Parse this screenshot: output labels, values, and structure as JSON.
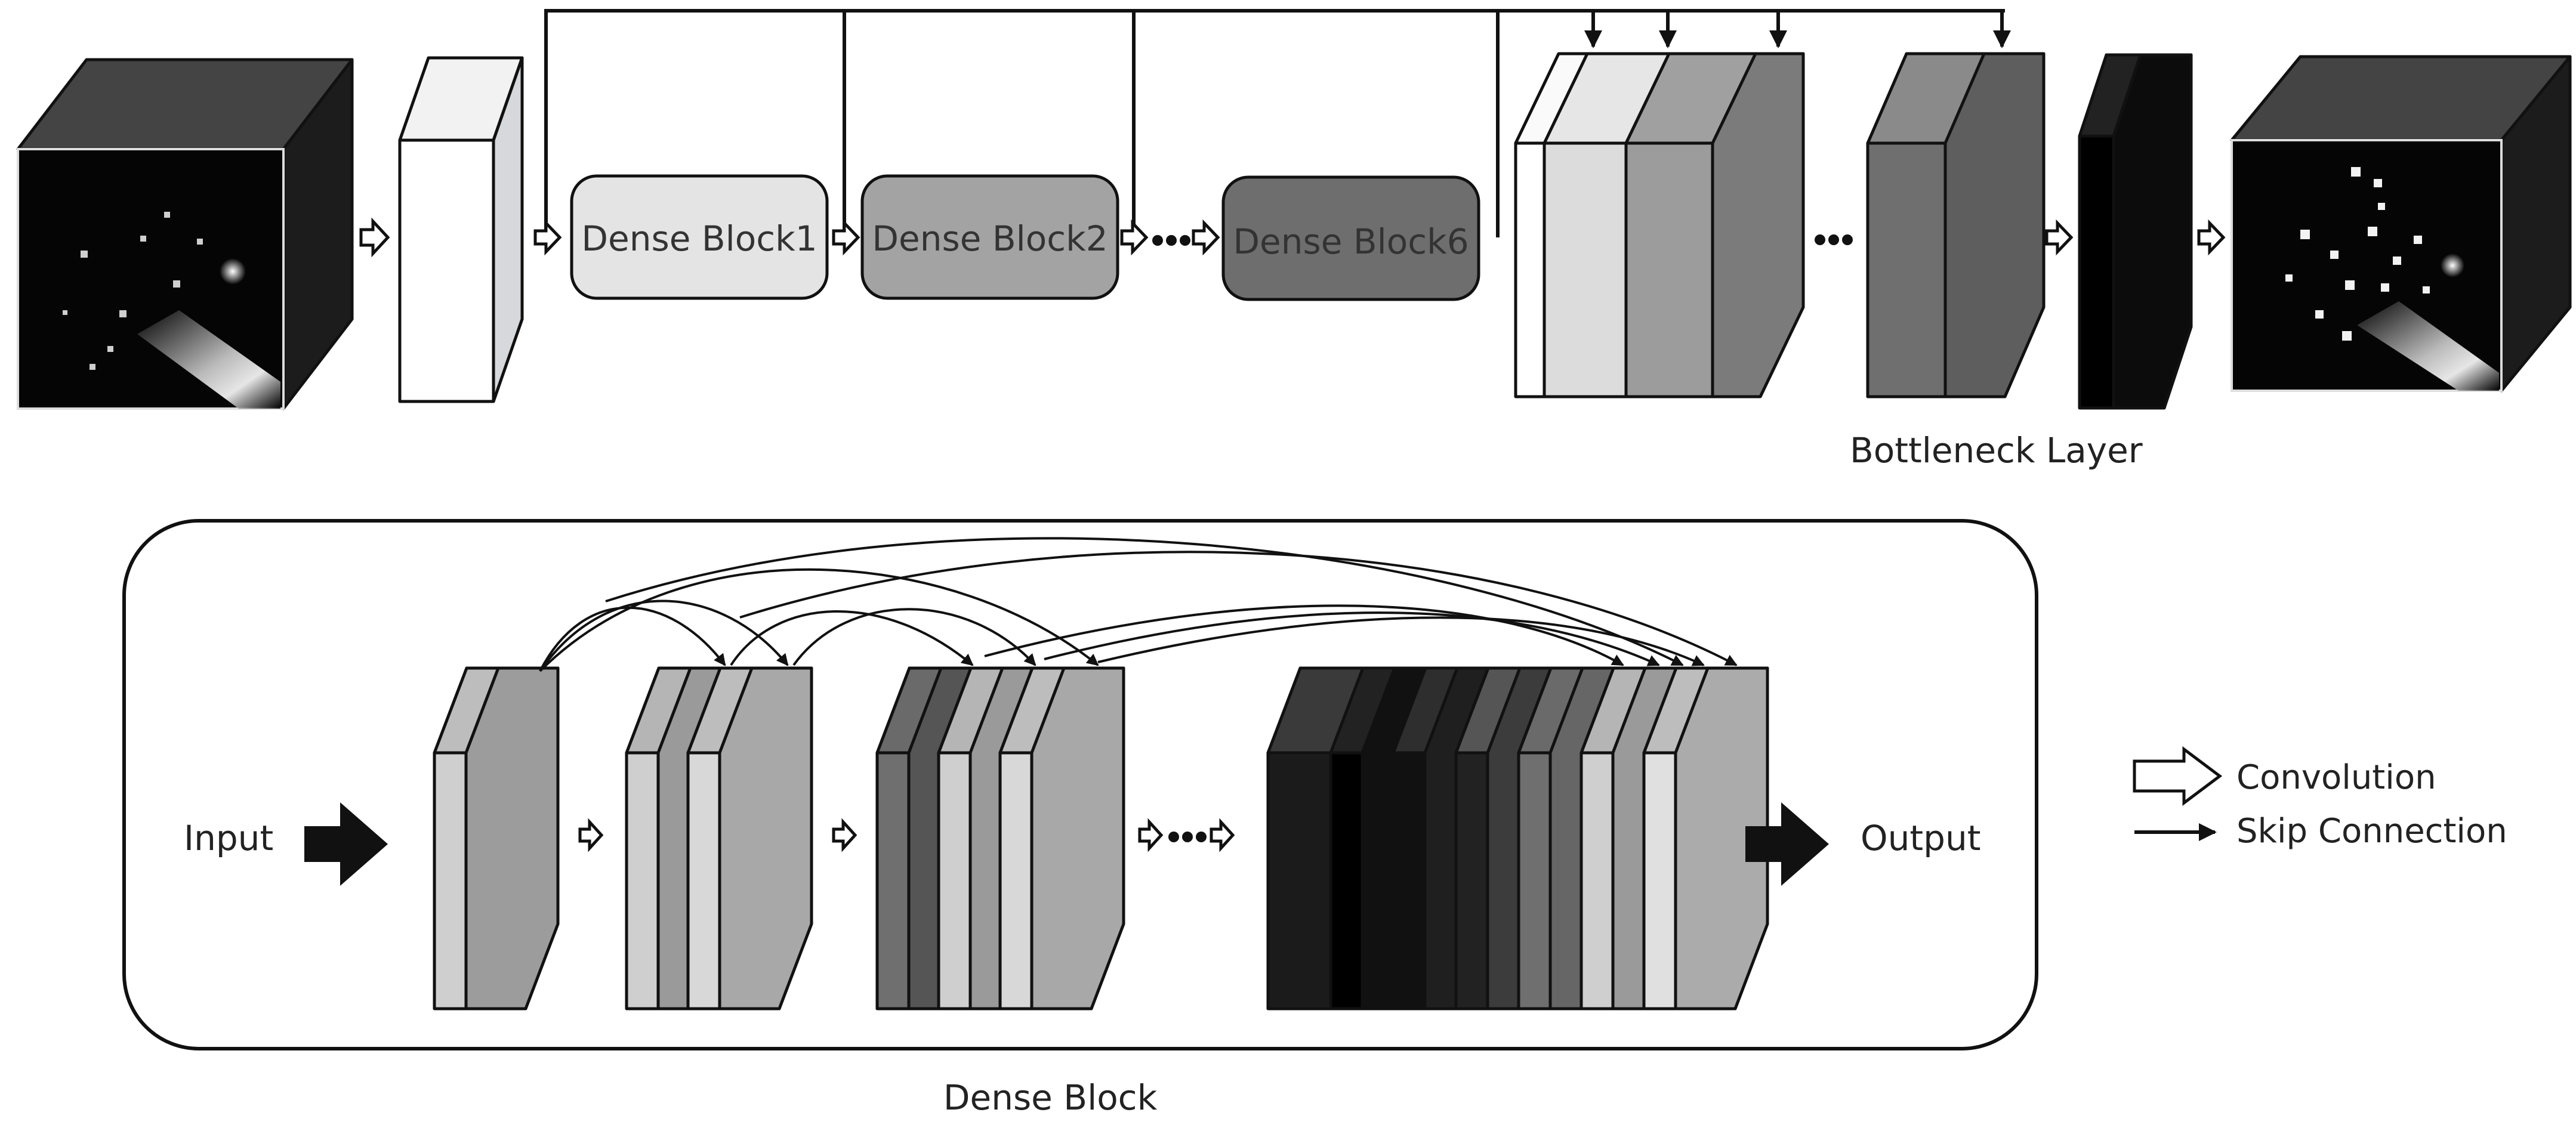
{
  "top_flow": {
    "blocks": [
      {
        "label": "Dense Block1"
      },
      {
        "label": "Dense Block2"
      },
      {
        "label": "Dense Block6"
      }
    ],
    "bottleneck_label": "Bottleneck Layer"
  },
  "dense_block": {
    "caption": "Dense Block",
    "input_label": "Input",
    "output_label": "Output"
  },
  "legend": {
    "convolution": "Convolution",
    "skip_connection": "Skip Connection"
  },
  "colors": {
    "block1": "#e4e4e4",
    "block2": "#a3a3a3",
    "block6": "#6e6e6e",
    "frame": "#111111"
  },
  "icons": [
    "hollow-arrow-icon",
    "solid-arrow-icon",
    "ellipsis-icon"
  ]
}
